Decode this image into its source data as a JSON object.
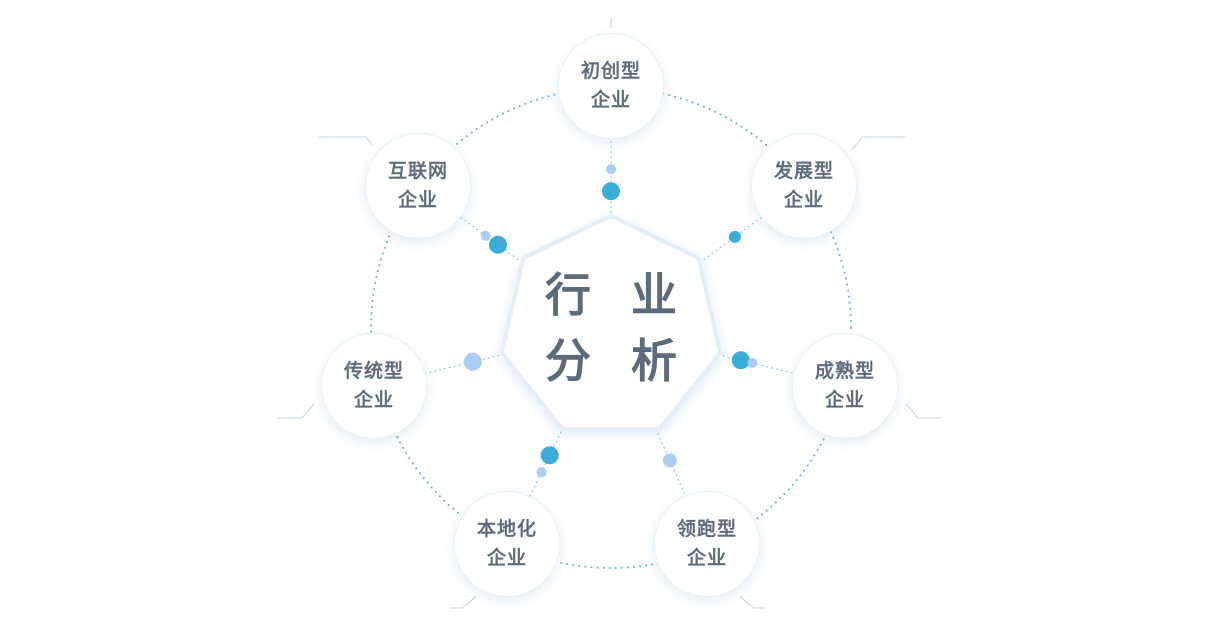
{
  "center": {
    "line1": "行 业",
    "line2": "分 析"
  },
  "nodes": [
    {
      "id": "startup",
      "line1": "初创型",
      "line2": "企业"
    },
    {
      "id": "developing",
      "line1": "发展型",
      "line2": "企业"
    },
    {
      "id": "mature",
      "line1": "成熟型",
      "line2": "企业"
    },
    {
      "id": "leading",
      "line1": "领跑型",
      "line2": "企业"
    },
    {
      "id": "local",
      "line1": "本地化",
      "line2": "企业"
    },
    {
      "id": "traditional",
      "line1": "传统型",
      "line2": "企业"
    },
    {
      "id": "internet",
      "line1": "互联网",
      "line2": "企业"
    }
  ],
  "colors": {
    "ring": "#5bb8de",
    "dot_dark": "#3aacd8",
    "dot_light": "#a9cdf3",
    "connector": "#8ec9e6",
    "deco": "#c4d4e1",
    "heptagon_stroke": "#e3eef8",
    "text": "#5d6d7e"
  }
}
